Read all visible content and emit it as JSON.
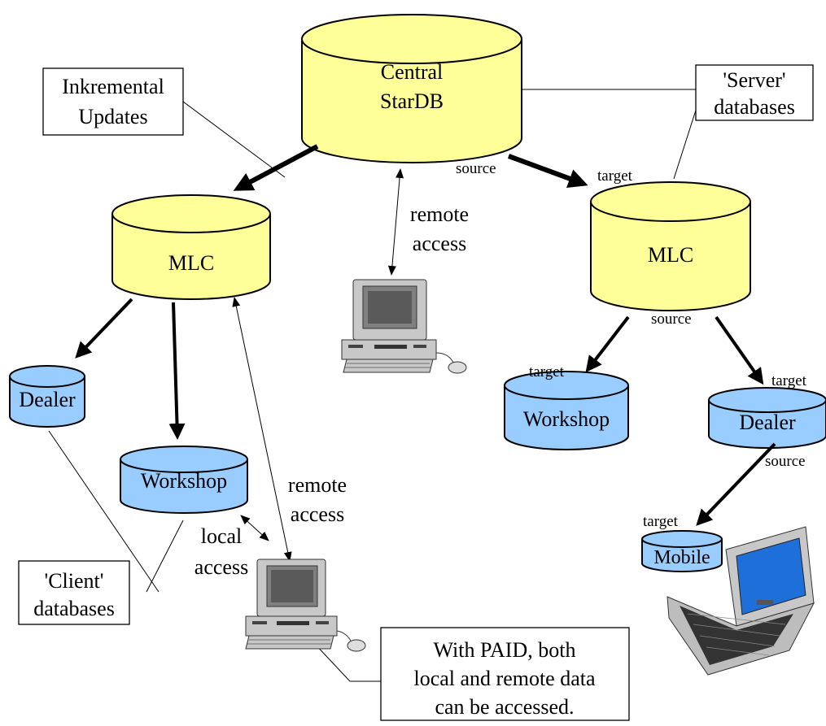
{
  "databases": {
    "central": [
      "Central",
      "StarDB"
    ],
    "mlc_left": "MLC",
    "mlc_right": "MLC",
    "dealer_left": "Dealer",
    "workshop_left": "Workshop",
    "workshop_right": "Workshop",
    "dealer_right": "Dealer",
    "mobile": "Mobile"
  },
  "callouts": {
    "incremental": [
      "Inkremental",
      "Updates"
    ],
    "server": [
      "'Server'",
      "databases"
    ],
    "client": [
      "'Client'",
      "databases"
    ],
    "paid": [
      "With PAID, both",
      "local and remote data",
      "can be accessed."
    ]
  },
  "labels": {
    "remote_access_center": [
      "remote",
      "access"
    ],
    "remote_access_left": [
      "remote",
      "access"
    ],
    "local_access": [
      "local",
      "access"
    ],
    "source": "source",
    "target": "target"
  },
  "colors": {
    "server_db_fill": "#ffff99",
    "client_db_fill": "#99ccff",
    "screen_fill": "#808080",
    "laptop_screen": "#1e6fd9"
  },
  "icons": [
    "desktop-computer-icon",
    "laptop-computer-icon"
  ]
}
